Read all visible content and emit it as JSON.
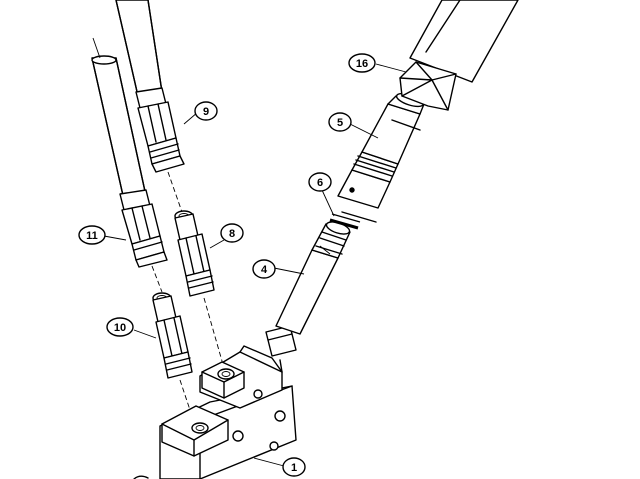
{
  "callouts": {
    "c1": "1",
    "c4": "4",
    "c5": "5",
    "c6": "6",
    "c8": "8",
    "c9": "9",
    "c10": "10",
    "c11": "11",
    "c16": "16"
  }
}
